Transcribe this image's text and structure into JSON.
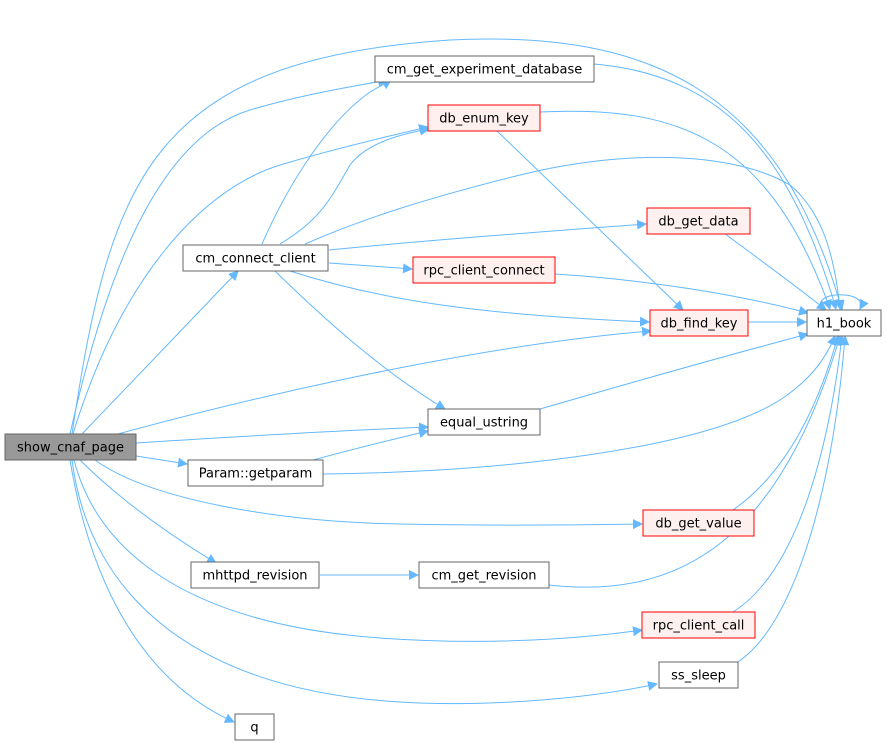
{
  "colors": {
    "edge": "#63b8ff",
    "node_border_normal": "#666666",
    "node_border_red": "#ff0000",
    "node_fill_normal": "#ffffff",
    "node_fill_red": "#fff0f0",
    "node_fill_root": "#999999",
    "node_border_root": "#666666"
  },
  "nodes": {
    "show_cnaf_page": "show_cnaf_page",
    "cm_get_experiment_database": "cm_get_experiment_database",
    "db_enum_key": "db_enum_key",
    "cm_connect_client": "cm_connect_client",
    "db_get_data": "db_get_data",
    "rpc_client_connect": "rpc_client_connect",
    "db_find_key": "db_find_key",
    "h1_book": "h1_book",
    "equal_ustring": "equal_ustring",
    "param_getparam": "Param::getparam",
    "db_get_value": "db_get_value",
    "mhttpd_revision": "mhttpd_revision",
    "cm_get_revision": "cm_get_revision",
    "rpc_client_call": "rpc_client_call",
    "ss_sleep": "ss_sleep",
    "q": "q"
  }
}
